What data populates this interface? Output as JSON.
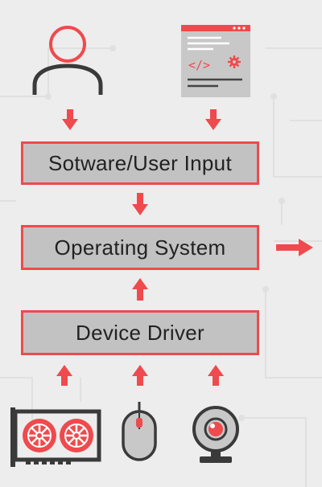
{
  "colors": {
    "accent": "#ef4a4d",
    "box_fill": "#c2c2c2",
    "icon_dark": "#3a3a3a",
    "background": "#ededed"
  },
  "diagram": {
    "inputs": [
      {
        "icon": "user-icon"
      },
      {
        "icon": "software-window-icon"
      }
    ],
    "boxes": [
      {
        "label": "Sotware/User Input"
      },
      {
        "label": "Operating System"
      },
      {
        "label": "Device Driver"
      }
    ],
    "devices": [
      {
        "icon": "graphics-card-icon"
      },
      {
        "icon": "mouse-icon"
      },
      {
        "icon": "webcam-icon"
      }
    ],
    "arrows": [
      {
        "from": "user-icon",
        "to": "Sotware/User Input"
      },
      {
        "from": "software-window-icon",
        "to": "Sotware/User Input"
      },
      {
        "from": "Sotware/User Input",
        "to": "Operating System"
      },
      {
        "from": "Device Driver",
        "to": "Operating System"
      },
      {
        "from": "Operating System",
        "to": "output"
      },
      {
        "from": "graphics-card-icon",
        "to": "Device Driver"
      },
      {
        "from": "mouse-icon",
        "to": "Device Driver"
      },
      {
        "from": "webcam-icon",
        "to": "Device Driver"
      }
    ]
  }
}
